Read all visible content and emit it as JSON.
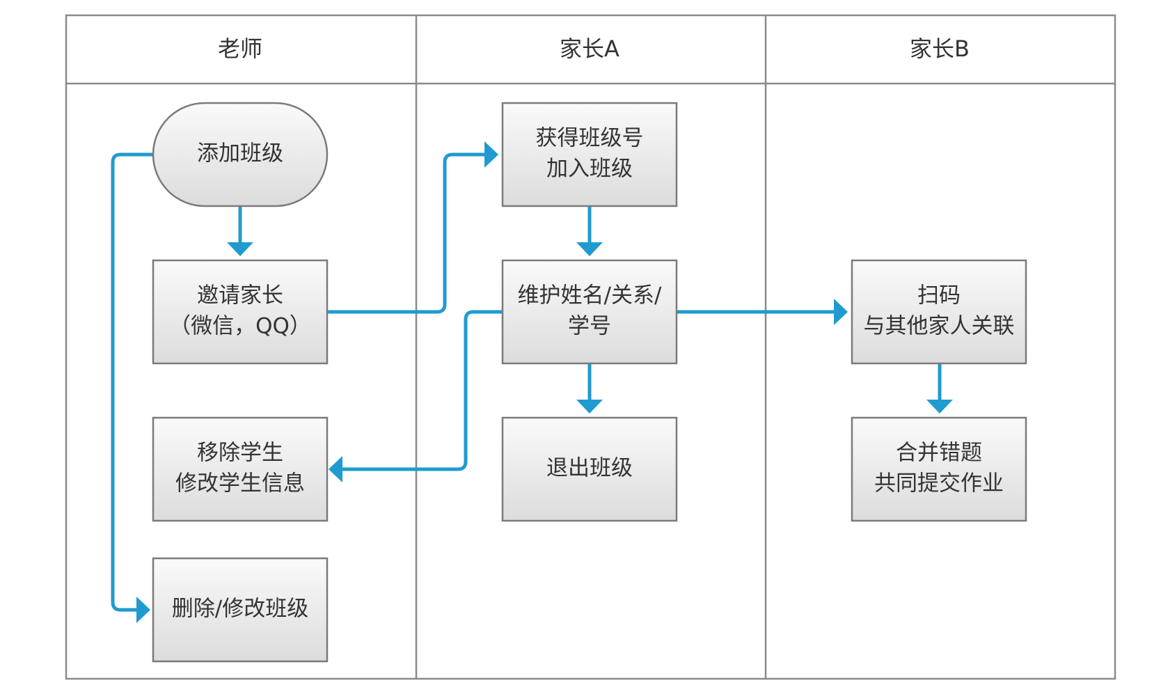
{
  "lanes": [
    {
      "id": "teacher",
      "title": "老师"
    },
    {
      "id": "parentA",
      "title": "家长A"
    },
    {
      "id": "parentB",
      "title": "家长B"
    }
  ],
  "nodes": {
    "add_class": {
      "lines": [
        "添加班级"
      ],
      "shape": "terminator"
    },
    "invite_parents": {
      "lines": [
        "邀请家长",
        "（微信，QQ）"
      ],
      "shape": "process"
    },
    "remove_student": {
      "lines": [
        "移除学生",
        "修改学生信息"
      ],
      "shape": "process"
    },
    "delete_class": {
      "lines": [
        "删除/修改班级"
      ],
      "shape": "process"
    },
    "join_class": {
      "lines": [
        "获得班级号",
        "加入班级"
      ],
      "shape": "process"
    },
    "maintain_info": {
      "lines": [
        "维护姓名/关系/",
        "学号"
      ],
      "shape": "process"
    },
    "leave_class": {
      "lines": [
        "退出班级"
      ],
      "shape": "process"
    },
    "scan_code": {
      "lines": [
        "扫码",
        "与其他家人关联"
      ],
      "shape": "process"
    },
    "merge_errors": {
      "lines": [
        "合并错题",
        "共同提交作业"
      ],
      "shape": "process"
    }
  },
  "edges": [
    {
      "from": "add_class",
      "to": "invite_parents"
    },
    {
      "from": "add_class",
      "to": "delete_class"
    },
    {
      "from": "invite_parents",
      "to": "join_class"
    },
    {
      "from": "join_class",
      "to": "maintain_info"
    },
    {
      "from": "maintain_info",
      "to": "leave_class"
    },
    {
      "from": "maintain_info",
      "to": "remove_student"
    },
    {
      "from": "maintain_info",
      "to": "scan_code"
    },
    {
      "from": "scan_code",
      "to": "merge_errors"
    }
  ],
  "colors": {
    "flow": "#1f9bcf",
    "node_fill_top": "#fafafa",
    "node_fill_bottom": "#dcdcdc",
    "border": "#7a7a7a",
    "text": "#333333"
  }
}
